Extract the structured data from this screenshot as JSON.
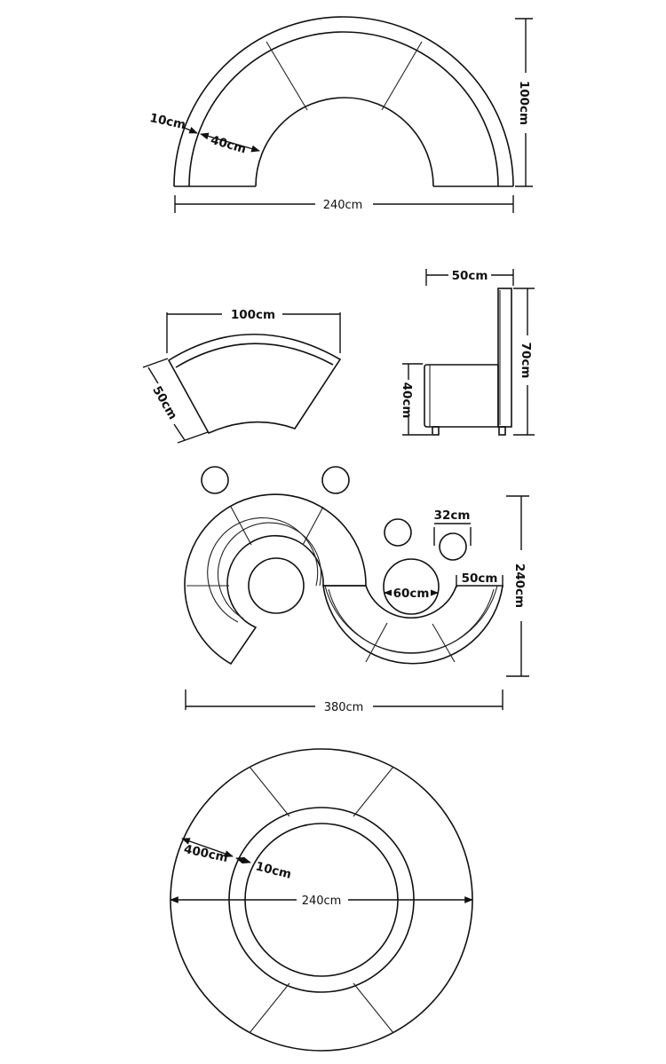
{
  "top_arc": {
    "height_label": "100cm",
    "width_label": "240cm",
    "border_label": "10cm",
    "seat_label": "40cm"
  },
  "sector_piece": {
    "top_label": "100cm",
    "depth_label": "50cm"
  },
  "side_view": {
    "depth_label": "50cm",
    "back_height_label": "70cm",
    "seat_height_label": "40cm"
  },
  "s_layout": {
    "stool_label": "32cm",
    "table_label": "60cm",
    "seat_label": "50cm",
    "height_label": "240cm",
    "width_label": "380cm"
  },
  "circle_layout": {
    "outer_label": "400cm",
    "border_label": "10cm",
    "diameter_label": "240cm"
  }
}
